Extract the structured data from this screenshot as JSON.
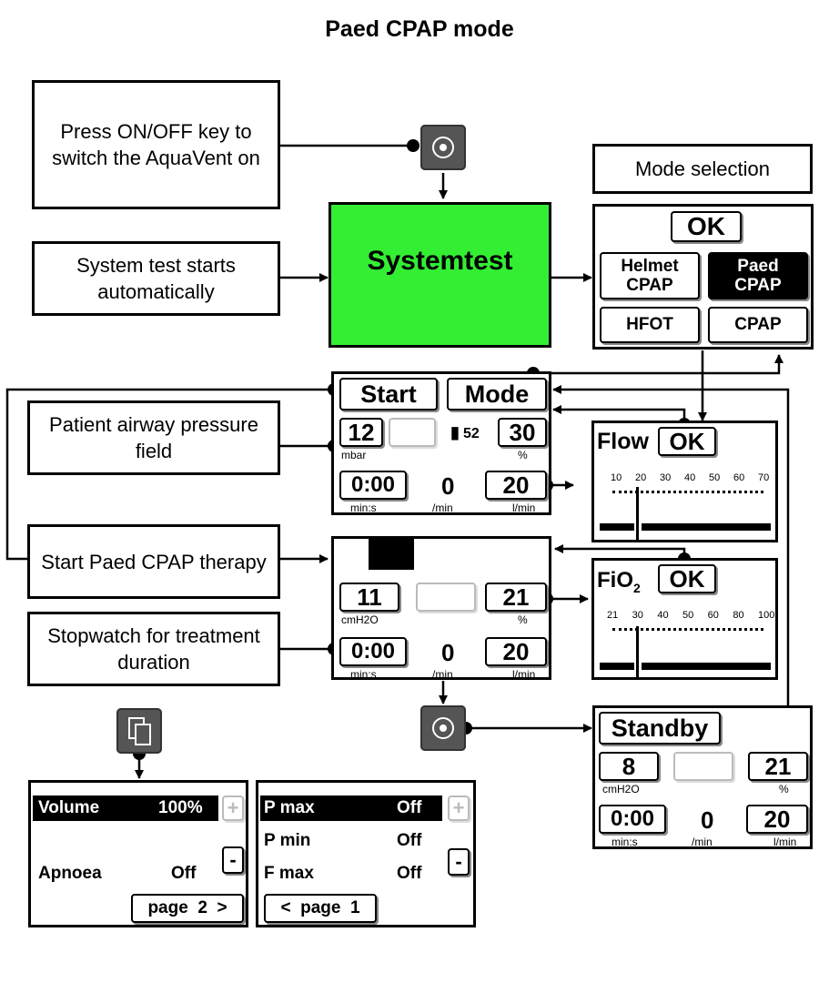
{
  "title": "Paed CPAP mode",
  "notes": {
    "power": "Press ON/OFF key to switch the AquaVent on",
    "systest": "System test starts automatically",
    "mode_sel": "Mode selection",
    "patient": "Patient airway pressure field",
    "start_therapy": "Start Paed CPAP therapy",
    "stopwatch": "Stopwatch for treatment duration"
  },
  "systemtest": {
    "label": "Systemtest",
    "color": "#33ee33"
  },
  "mode_panel": {
    "ok": "OK",
    "helmet": "Helmet CPAP",
    "paed": "Paed CPAP",
    "hfot": "HFOT",
    "cpap": "CPAP"
  },
  "screen1": {
    "start": "Start",
    "mode": "Mode",
    "pressure": "12",
    "pressure_unit": "mbar",
    "battery": "52",
    "oxygen": "30",
    "oxygen_unit": "%",
    "time": "0:00",
    "time_unit": "min:s",
    "rate": "0",
    "rate_unit": "/min",
    "flow": "20",
    "flow_unit": "l/min"
  },
  "screen2": {
    "pressure": "11",
    "pressure_unit": "cmH2O",
    "oxygen": "21",
    "oxygen_unit": "%",
    "time": "0:00",
    "time_unit": "min:s",
    "rate": "0",
    "rate_unit": "/min",
    "flow": "20",
    "flow_unit": "l/min"
  },
  "flow_panel": {
    "label": "Flow",
    "ok": "OK",
    "scale": [
      "10",
      "20",
      "30",
      "40",
      "50",
      "60",
      "70"
    ]
  },
  "fio2_panel": {
    "label": "FiO",
    "sub": "2",
    "ok": "OK",
    "scale": [
      "21",
      "30",
      "40",
      "50",
      "60",
      "80",
      "100"
    ]
  },
  "standby": {
    "label": "Standby",
    "pressure": "8",
    "pressure_unit": "cmH2O",
    "oxygen": "21",
    "oxygen_unit": "%",
    "time": "0:00",
    "time_unit": "min:s",
    "rate": "0",
    "rate_unit": "/min",
    "flow": "20",
    "flow_unit": "l/min"
  },
  "menu1": {
    "volume": "Volume",
    "volume_val": "100%",
    "apnoea": "Apnoea",
    "apnoea_val": "Off",
    "page": "page  2  >",
    "plus": "+",
    "minus": "-"
  },
  "menu2": {
    "pmax": "P max",
    "pmax_val": "Off",
    "pmin": "P min",
    "pmin_val": "Off",
    "fmax": "F max",
    "fmax_val": "Off",
    "page": "<  page  1",
    "plus": "+",
    "minus": "-"
  }
}
